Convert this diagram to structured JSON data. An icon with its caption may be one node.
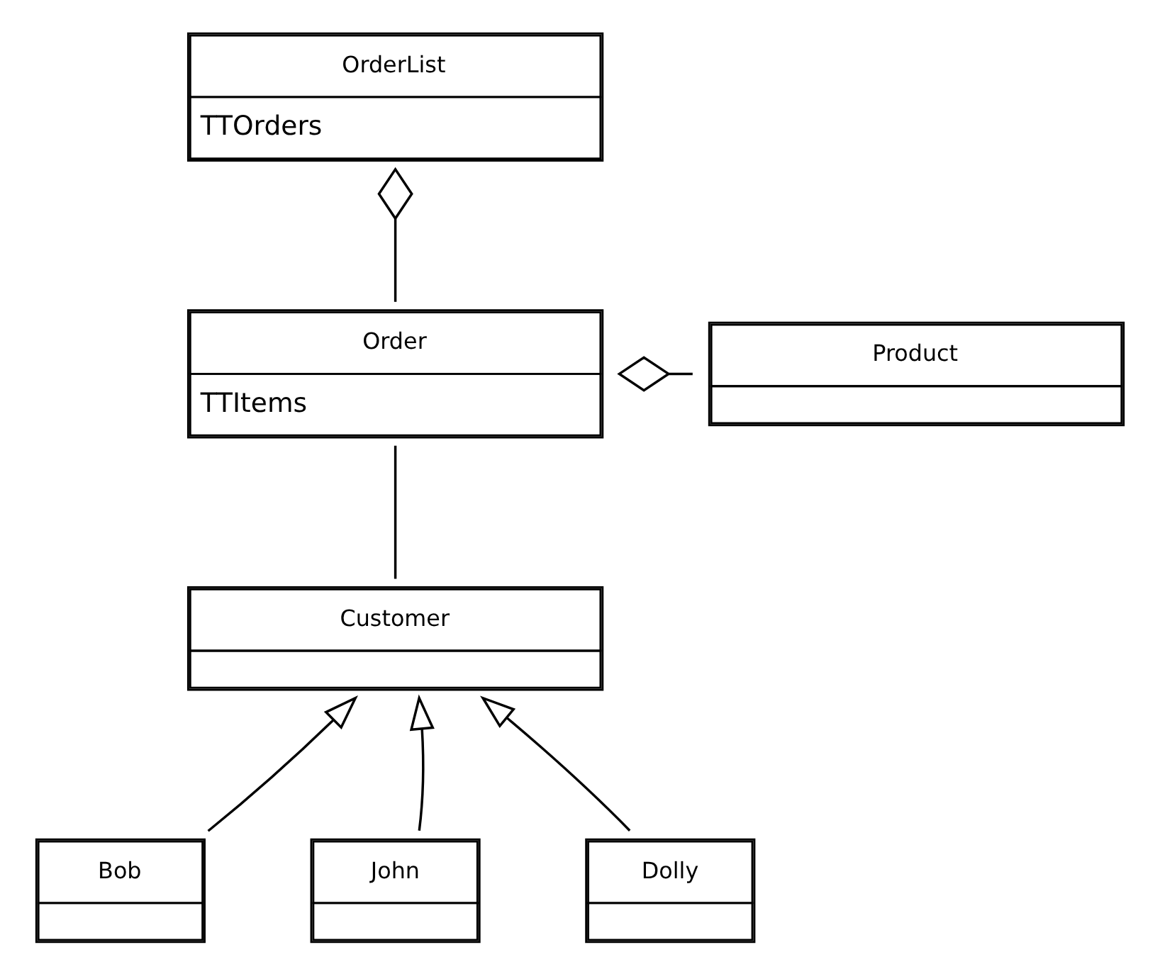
{
  "diagram": {
    "nodes": [
      {
        "text": [
          "OrderList",
          "TTOrders"
        ]
      },
      {
        "text": [
          "Order",
          "TTItems"
        ]
      },
      {
        "text": [
          "Product"
        ]
      },
      {
        "text": [
          "Customer"
        ]
      },
      {
        "text": [
          "Bob"
        ]
      },
      {
        "text": [
          "John"
        ]
      },
      {
        "text": [
          "Dolly"
        ]
      }
    ],
    "edges": [
      {
        "from": 0,
        "to": 1,
        "arrow": "other"
      },
      {
        "from": 1,
        "to": 2,
        "arrow": "other"
      },
      {
        "from": 1,
        "to": 3,
        "arrow": "none"
      },
      {
        "from": 4,
        "to": 3,
        "arrow": "to"
      },
      {
        "from": 5,
        "to": 3,
        "arrow": "to"
      },
      {
        "from": 6,
        "to": 3,
        "arrow": "to"
      }
    ]
  }
}
